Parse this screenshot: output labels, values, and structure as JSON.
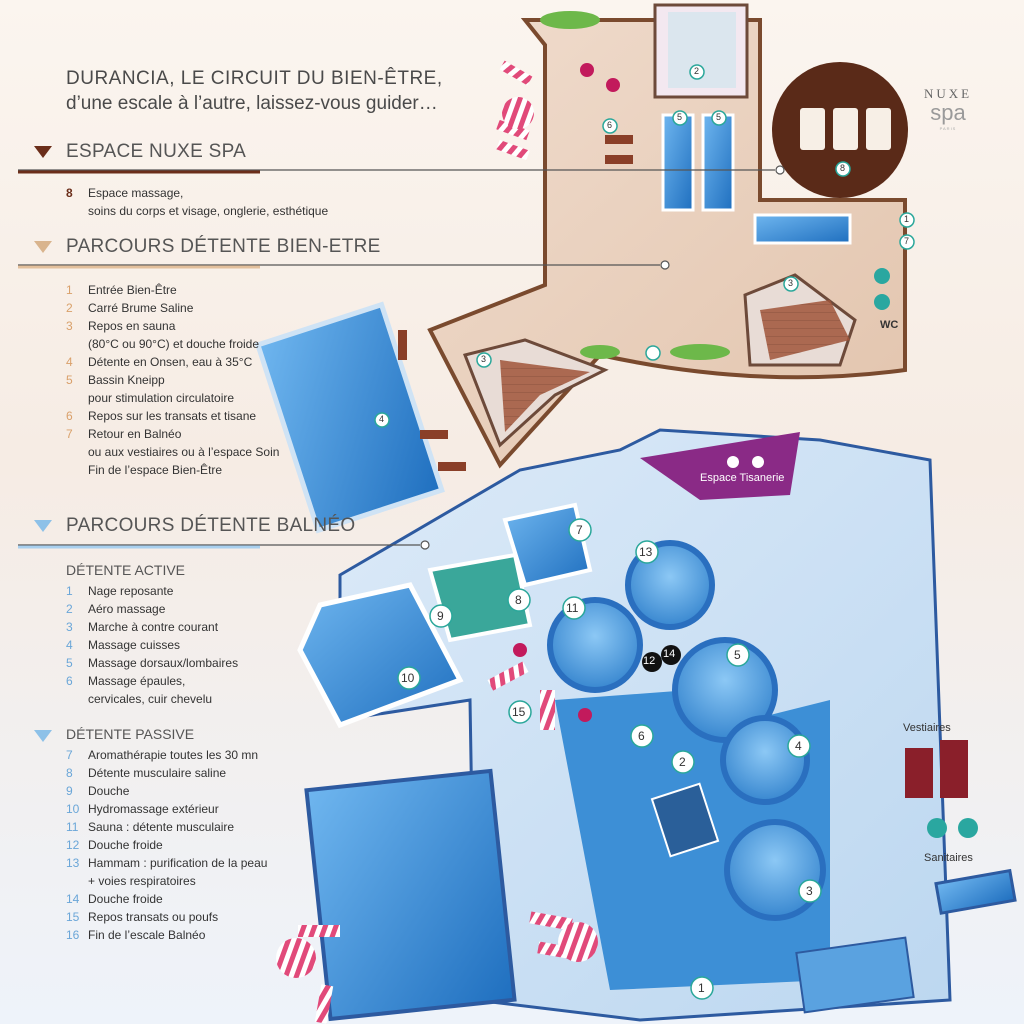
{
  "header": {
    "title_line1": "DURANCIA, LE CIRCUIT DU BIEN-ÊTRE,",
    "title_line2": "d’une escale à l’autre, laissez-vous guider…"
  },
  "logo": {
    "brand_top": "NUXE",
    "brand_bottom": "spa",
    "brand_sub": "PARIS"
  },
  "sections": {
    "nuxe_spa": {
      "title": "ESPACE NUXE SPA",
      "items": [
        {
          "num": "8",
          "text": "Espace massage,\nsoins du corps et visage, onglerie, esthétique"
        }
      ]
    },
    "bien_etre": {
      "title": "PARCOURS DÉTENTE BIEN-ETRE",
      "items": [
        {
          "num": "1",
          "text": "Entrée Bien-Être"
        },
        {
          "num": "2",
          "text": "Carré Brume Saline"
        },
        {
          "num": "3",
          "text": "Repos en sauna\n(80°C ou 90°C) et douche froide"
        },
        {
          "num": "4",
          "text": "Détente en Onsen, eau à 35°C"
        },
        {
          "num": "5",
          "text": "Bassin Kneipp\npour stimulation circulatoire"
        },
        {
          "num": "6",
          "text": "Repos sur les transats et tisane"
        },
        {
          "num": "7",
          "text": "Retour en Balnéo\nou aux vestiaires ou à l’espace Soin\nFin de l’espace Bien-Être"
        }
      ]
    },
    "balneo": {
      "title": "PARCOURS DÉTENTE BALNÉO",
      "active": {
        "title": "DÉTENTE ACTIVE",
        "items": [
          {
            "num": "1",
            "text": "Nage reposante"
          },
          {
            "num": "2",
            "text": "Aéro massage"
          },
          {
            "num": "3",
            "text": "Marche à contre courant"
          },
          {
            "num": "4",
            "text": "Massage cuisses"
          },
          {
            "num": "5",
            "text": "Massage dorsaux/lombaires"
          },
          {
            "num": "6",
            "text": "Massage épaules,\ncervicales, cuir chevelu"
          }
        ]
      },
      "passive": {
        "title": "DÉTENTE PASSIVE",
        "items": [
          {
            "num": "7",
            "text": "Aromathérapie toutes les 30 mn"
          },
          {
            "num": "8",
            "text": "Détente musculaire saline"
          },
          {
            "num": "9",
            "text": "Douche"
          },
          {
            "num": "10",
            "text": "Hydromassage extérieur"
          },
          {
            "num": "11",
            "text": "Sauna : détente musculaire"
          },
          {
            "num": "12",
            "text": "Douche froide"
          },
          {
            "num": "13",
            "text": "Hammam : purification de la peau\n+ voies respiratoires"
          },
          {
            "num": "14",
            "text": "Douche froide"
          },
          {
            "num": "15",
            "text": "Repos transats ou poufs"
          },
          {
            "num": "16",
            "text": "Fin de l’escale Balnéo"
          }
        ]
      }
    }
  },
  "map_labels": {
    "tisanerie": "Espace Tisanerie",
    "wc": "WC",
    "vestiaires": "Vestiaires",
    "sanitaires": "Sanitaires"
  },
  "markers": {
    "top_1": "1",
    "top_2": "2",
    "top_3a": "3",
    "top_3b": "3",
    "top_4": "4",
    "top_5a": "5",
    "top_5b": "5",
    "top_6": "6",
    "top_7": "7",
    "top_8": "8",
    "b_1": "1",
    "b_2": "2",
    "b_3": "3",
    "b_4": "4",
    "b_5": "5",
    "b_6": "6",
    "b_7": "7",
    "b_8": "8",
    "b_9": "9",
    "b_10": "10",
    "b_11": "11",
    "b_12": "12",
    "b_13": "13",
    "b_14": "14",
    "b_15": "15"
  },
  "colors": {
    "brown_accent": "#6b2e1a",
    "tan_accent": "#d9a06a",
    "blue_accent": "#6aa6d8",
    "pool_blue": "#3d8fd6",
    "tisanerie_purple": "#8a2a86",
    "floor_beige": "#e6cdb8"
  }
}
